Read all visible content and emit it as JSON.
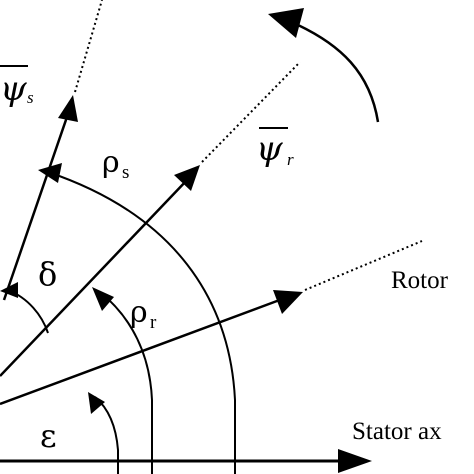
{
  "diagram": {
    "labels": {
      "psi_s_symbol": "ψ",
      "psi_s_sub": "s",
      "psi_r_symbol": "ψ",
      "psi_r_sub": "r",
      "rho_s_symbol": "ρ",
      "rho_s_sub": "s",
      "rho_r_symbol": "ρ",
      "rho_r_sub": "r",
      "delta": "δ",
      "epsilon": "ε",
      "rotor_axis": "Rotor",
      "stator_axis": "Stator ax"
    },
    "colors": {
      "ink": "#000000",
      "background": "#ffffff"
    },
    "elements": {
      "rotation_arrow": "curved-arrow-counterclockwise",
      "vector_overbar": "overline"
    }
  }
}
